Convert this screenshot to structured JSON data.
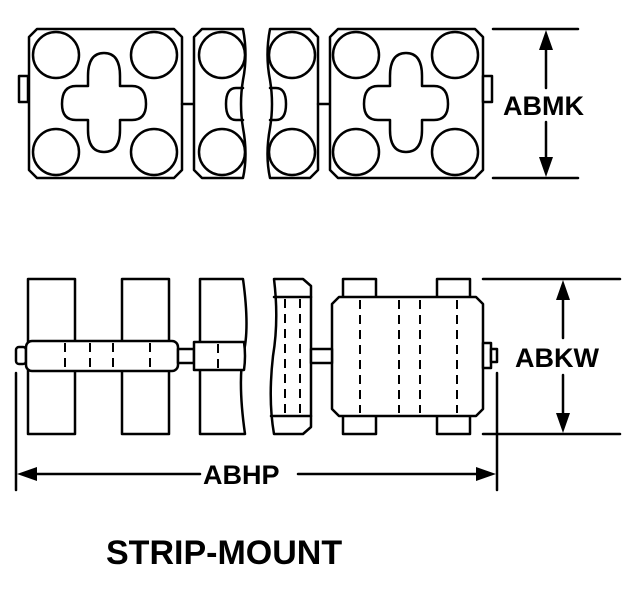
{
  "labels": {
    "height_top": "ABMK",
    "height_side": "ABKW",
    "length": "ABHP",
    "caption": "STRIP-MOUNT"
  },
  "colors": {
    "stroke": "#000000",
    "background": "#ffffff"
  }
}
